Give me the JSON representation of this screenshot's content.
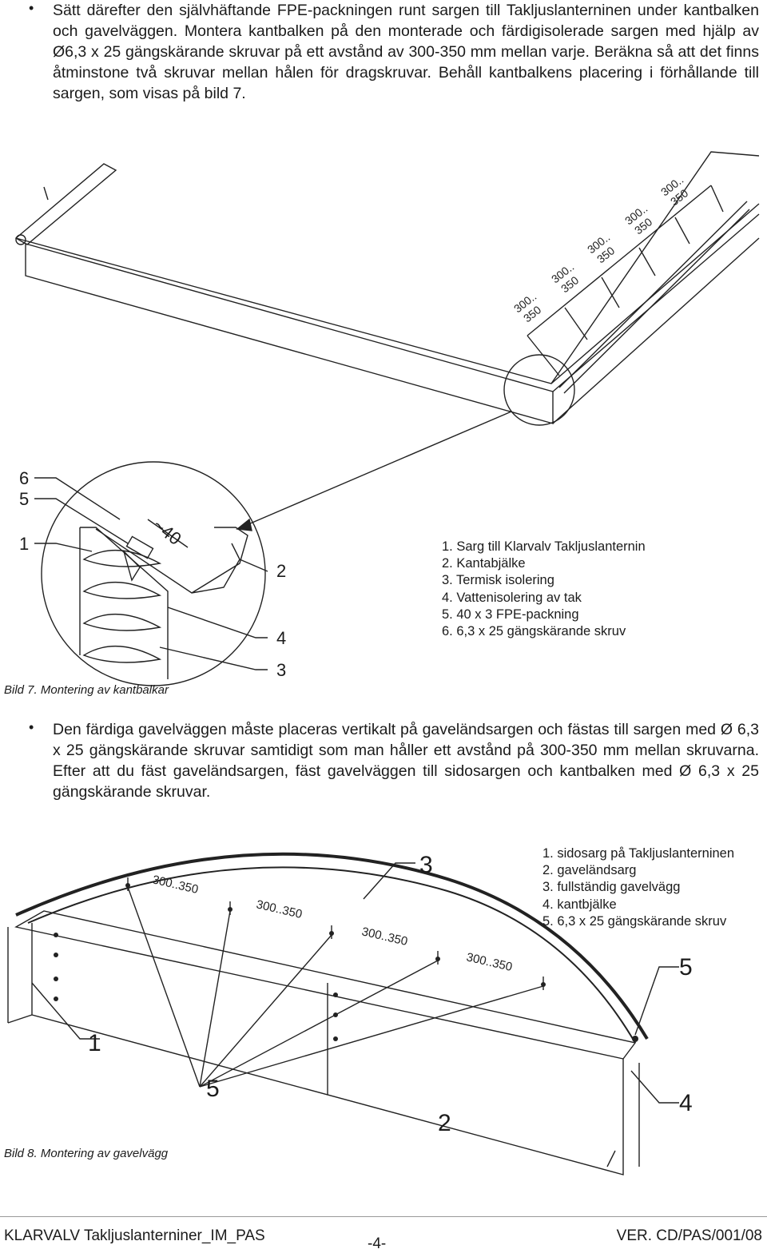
{
  "para1": "Sätt därefter den självhäftande FPE-packningen runt sargen till Takljuslanterninen under kantbalken och gavelväggen. Montera kantbalken på den monterade och färdigisolerade sargen med hjälp av Ø6,3 x 25 gängskärande skruvar på ett avstånd av 300-350 mm mellan varje. Beräkna så att det finns åtminstone två skruvar mellan hålen för dragskruvar. Behåll kantbalkens placering i förhållande till sargen, som visas på bild 7.",
  "para2": "Den färdiga gavelväggen måste placeras vertikalt på gaveländsargen och fästas till sargen med Ø 6,3 x 25 gängskärande skruvar samtidigt som man håller ett avstånd på 300-350 mm mellan skruvarna. Efter att du fäst gaveländsargen, fäst gavelväggen till sidosargen och kantbalken med Ø 6,3 x 25 gängskärande skruvar.",
  "bullet": "•",
  "fig7": {
    "dim_top": "300..",
    "dim_bottom": "350",
    "detail_dim": "~40",
    "callouts": [
      "6",
      "5",
      "1",
      "2",
      "4",
      "3"
    ],
    "legend": [
      "1. Sarg till Klarvalv Takljuslanternin",
      "2. Kantabjälke",
      "3. Termisk isolering",
      "4. Vattenisolering av tak",
      "5. 40 x 3 FPE-packning",
      "6. 6,3 x 25 gängskärande skruv"
    ],
    "caption": "Bild 7. Montering av kantbalkar"
  },
  "fig8": {
    "dim": "300..350",
    "callouts": [
      "3",
      "5",
      "1",
      "5",
      "2",
      "4"
    ],
    "legend": [
      "1. sidosarg på Takljuslanterninen",
      "2. gaveländsarg",
      "3. fullständig gavelvägg",
      "4. kantbjälke",
      "5. 6,3 x 25 gängskärande skruv"
    ],
    "caption": "Bild 8. Montering av gavelvägg"
  },
  "footer": {
    "left": "KLARVALV Takljuslanterniner_IM_PAS",
    "center": "-4-",
    "right": "VER. CD/PAS/001/08"
  }
}
